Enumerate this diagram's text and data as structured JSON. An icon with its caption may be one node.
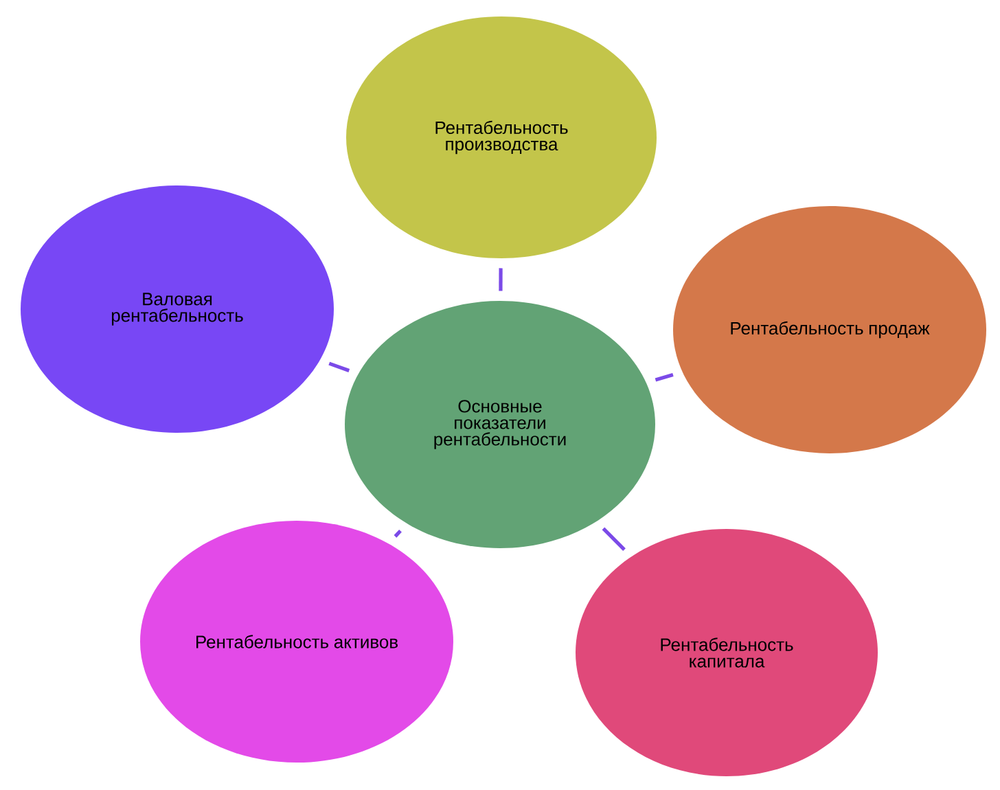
{
  "diagram": {
    "nodes": [
      {
        "text": [
          "Основные показатели рентабельности"
        ]
      },
      {
        "text": [
          "Рентабельность производства"
        ]
      },
      {
        "text": [
          "Валовая рентабельность"
        ]
      },
      {
        "text": [
          "Рентабельность продаж"
        ]
      },
      {
        "text": [
          "Рентабельность активов"
        ]
      },
      {
        "text": [
          "Рентабельность капитала"
        ]
      }
    ],
    "edges": [
      {
        "from": 0,
        "to": 1,
        "arrow": "none"
      },
      {
        "from": 0,
        "to": 2,
        "arrow": "none"
      },
      {
        "from": 0,
        "to": 3,
        "arrow": "none"
      },
      {
        "from": 0,
        "to": 4,
        "arrow": "none"
      },
      {
        "from": 0,
        "to": 5,
        "arrow": "none"
      }
    ]
  }
}
